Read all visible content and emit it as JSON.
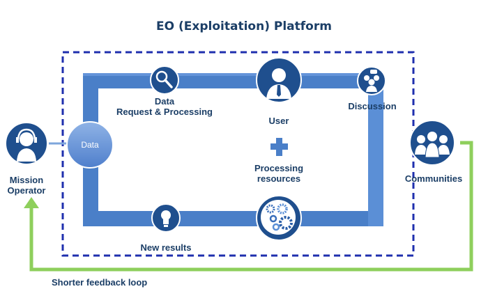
{
  "title": "EO (Exploitation) Platform",
  "nodes": {
    "data_hub": "Data",
    "data_request_l1": "Data",
    "data_request_l2": "Request & Processing",
    "user": "User",
    "discussion": "Discussion",
    "processing_l1": "Processing",
    "processing_l2": "resources",
    "new_results": "New results",
    "mission_l1": "Mission",
    "mission_l2": "Operator",
    "communities": "Communities"
  },
  "feedback_label": "Shorter feedback loop",
  "icons": [
    "magnifier-icon",
    "user-icon",
    "discussion-group-icon",
    "plus-icon",
    "lightbulb-icon",
    "gears-icon",
    "mission-operator-headset-icon",
    "communities-group-icon"
  ],
  "colors": {
    "loop_blue": "#4a7fc8",
    "icon_navy": "#1f4f8e",
    "dashed_border": "#1f2fae",
    "feedback_green": "#8ecf5c",
    "text": "#1b3e66"
  }
}
